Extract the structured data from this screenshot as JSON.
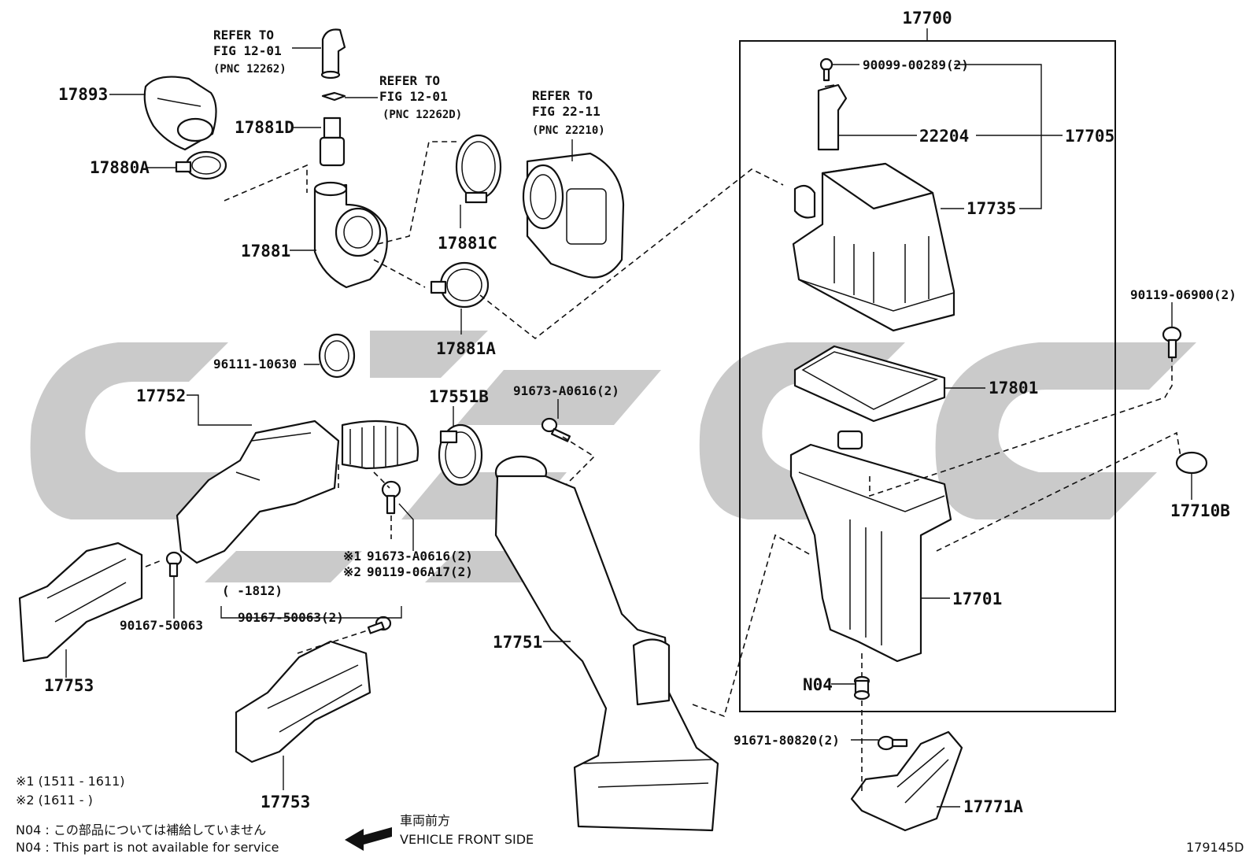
{
  "diagram_id": "179145D",
  "assembly_number": "17700",
  "labels": {
    "l17893": "17893",
    "l17880A": "17880A",
    "l17881D": "17881D",
    "l17881": "17881",
    "l17881C": "17881C",
    "l17881A": "17881A",
    "l17752": "17752",
    "l96111": "96111-10630",
    "l17551B": "17551B",
    "l91673a": "91673-A0616(2)",
    "l91673b": "91673-A0616(2)",
    "l90119a": "90119-06A17(2)",
    "mark1": "※1",
    "mark2": "※2",
    "l90167a": "90167-50063",
    "l90167b": "90167-50063(2)",
    "l1812": "(      -1812)",
    "l17753a": "17753",
    "l17753b": "17753",
    "l17751": "17751",
    "l90099": "90099-00289(2)",
    "l22204": "22204",
    "l17705": "17705",
    "l17735": "17735",
    "l90119b": "90119-06900(2)",
    "l17801": "17801",
    "l17710B": "17710B",
    "l17701": "17701",
    "lN04": "N04",
    "l91671": "91671-80820(2)",
    "l17771A": "17771A"
  },
  "refers": [
    {
      "line1": "REFER TO",
      "line2": "FIG 12-01",
      "pnc": "(PNC 12262)"
    },
    {
      "line1": "REFER TO",
      "line2": "FIG 12-01",
      "pnc": "(PNC 12262D)"
    },
    {
      "line1": "REFER TO",
      "line2": "FIG 22-11",
      "pnc": "(PNC 22210)"
    }
  ],
  "notes": {
    "note1": "※1 (1511 - 1611)",
    "note2": "※2 (1611 -      )",
    "n04_jp": "N04 : この部品については補給していません",
    "n04_en": "N04 : This part is not available for service",
    "front_jp": "車両前方",
    "front_en": "VEHICLE FRONT SIDE"
  }
}
